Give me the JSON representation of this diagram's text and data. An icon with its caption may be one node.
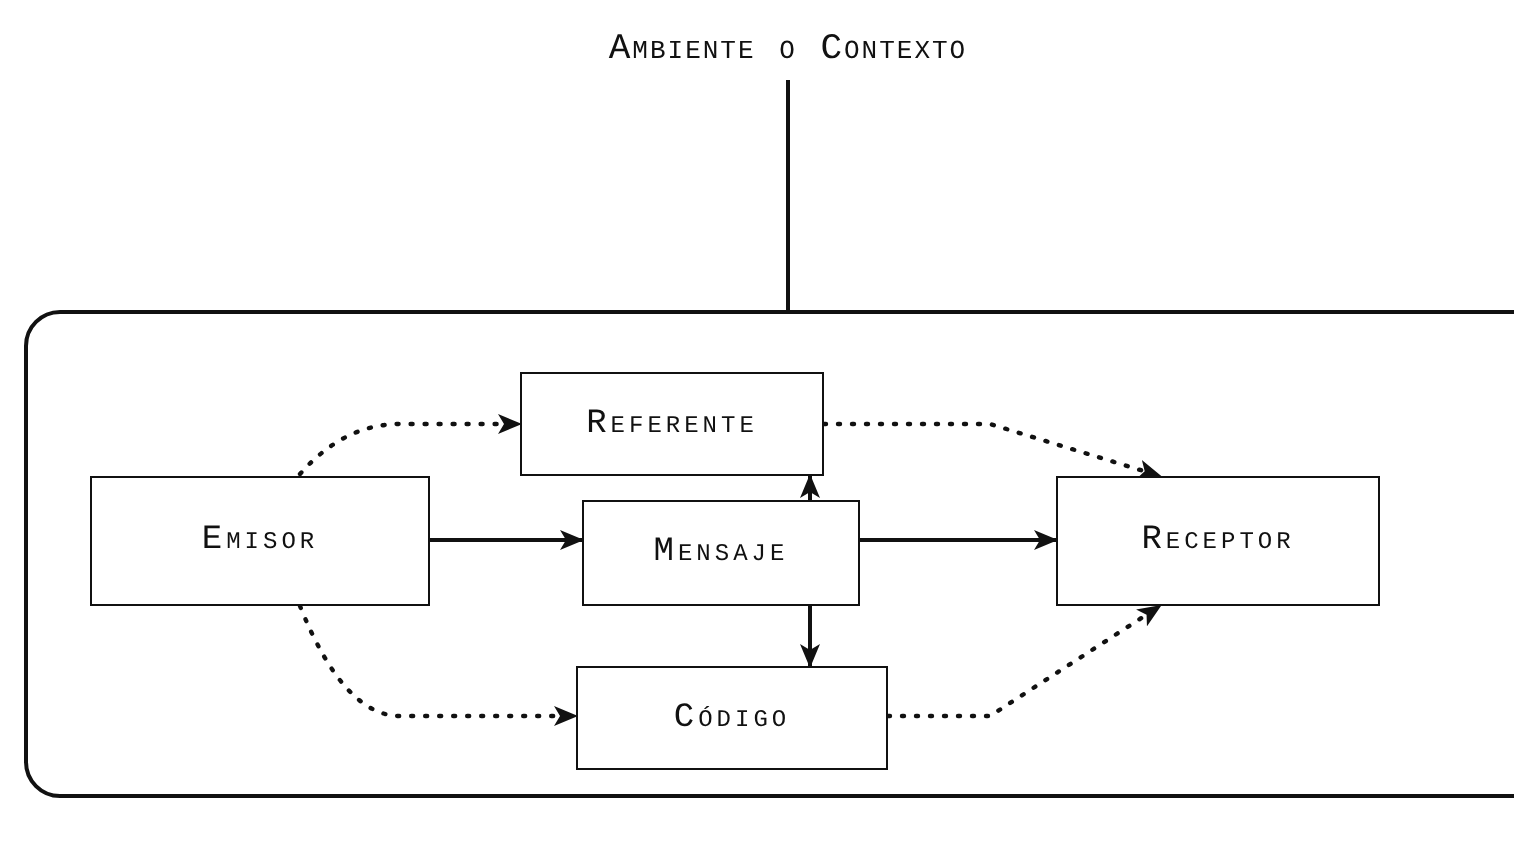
{
  "diagram": {
    "nodes": [
      {
        "text": [
          "Ambiente o Contexto"
        ]
      },
      {
        "text": [],
        "shape": "box"
      },
      {
        "text": [
          "Referente"
        ],
        "in": 1
      },
      {
        "text": [
          "Emisor"
        ],
        "in": 1
      },
      {
        "text": [
          "Mensaje"
        ],
        "in": 1
      },
      {
        "text": [
          "Receptor"
        ],
        "in": 1
      },
      {
        "text": [
          "Código"
        ],
        "in": 1
      }
    ],
    "edges": [
      {
        "from": 0,
        "to": 1,
        "arrow": "none"
      },
      {
        "from": 3,
        "to": 2,
        "arrow": "to",
        "style": "dashed"
      },
      {
        "from": 2,
        "to": 5,
        "arrow": "to",
        "style": "dashed"
      },
      {
        "from": 3,
        "to": 6,
        "arrow": "to",
        "style": "dashed"
      },
      {
        "from": 6,
        "to": 5,
        "arrow": "to",
        "style": "dashed"
      },
      {
        "from": 3,
        "to": 4,
        "arrow": "to"
      },
      {
        "from": 4,
        "to": 5,
        "arrow": "to"
      },
      {
        "from": 4,
        "to": 2,
        "arrow": "to"
      },
      {
        "from": 4,
        "to": 6,
        "arrow": "to"
      }
    ]
  }
}
